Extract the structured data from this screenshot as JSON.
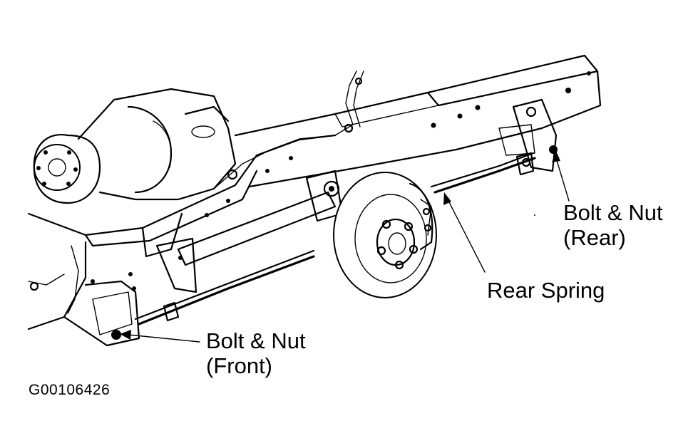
{
  "figure_id": "G00106426",
  "callouts": {
    "bolt_nut_rear": {
      "line1": "Bolt & Nut",
      "line2": "(Rear)"
    },
    "rear_spring": {
      "label": "Rear Spring"
    },
    "bolt_nut_front": {
      "line1": "Bolt & Nut",
      "line2": "(Front)"
    }
  }
}
